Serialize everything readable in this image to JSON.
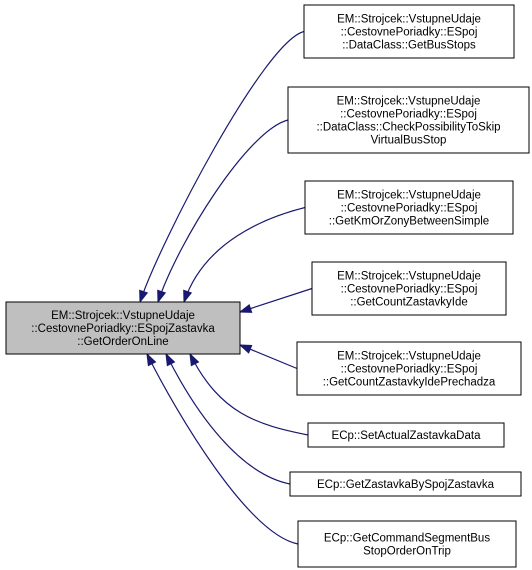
{
  "colors": {
    "edge": "#191970",
    "source_fill": "#bfbfbf",
    "node_fill": "#ffffff",
    "border": "#000000"
  },
  "graph": {
    "source": {
      "id": "src",
      "lines": [
        "EM::Strojcek::VstupneUdaje",
        "::CestovnePoriadky::ESpojZastavka",
        "::GetOrderOnLine"
      ]
    },
    "callers": [
      {
        "id": "c1",
        "lines": [
          "EM::Strojcek::VstupneUdaje",
          "::CestovnePoriadky::ESpoj",
          "::DataClass::GetBusStops"
        ]
      },
      {
        "id": "c2",
        "lines": [
          "EM::Strojcek::VstupneUdaje",
          "::CestovnePoriadky::ESpoj",
          "::DataClass::CheckPossibilityToSkip",
          "VirtualBusStop"
        ]
      },
      {
        "id": "c3",
        "lines": [
          "EM::Strojcek::VstupneUdaje",
          "::CestovnePoriadky::ESpoj",
          "::GetKmOrZonyBetweenSimple"
        ]
      },
      {
        "id": "c4",
        "lines": [
          "EM::Strojcek::VstupneUdaje",
          "::CestovnePoriadky::ESpoj",
          "::GetCountZastavkyIde"
        ]
      },
      {
        "id": "c5",
        "lines": [
          "EM::Strojcek::VstupneUdaje",
          "::CestovnePoriadky::ESpoj",
          "::GetCountZastavkyIdePrechadza"
        ]
      },
      {
        "id": "c6",
        "lines": [
          "ECp::SetActualZastavkaData"
        ]
      },
      {
        "id": "c7",
        "lines": [
          "ECp::GetZastavkaBySpojZastavka"
        ]
      },
      {
        "id": "c8",
        "lines": [
          "ECp::GetCommandSegmentBus",
          "StopOrderOnTrip"
        ]
      }
    ]
  }
}
